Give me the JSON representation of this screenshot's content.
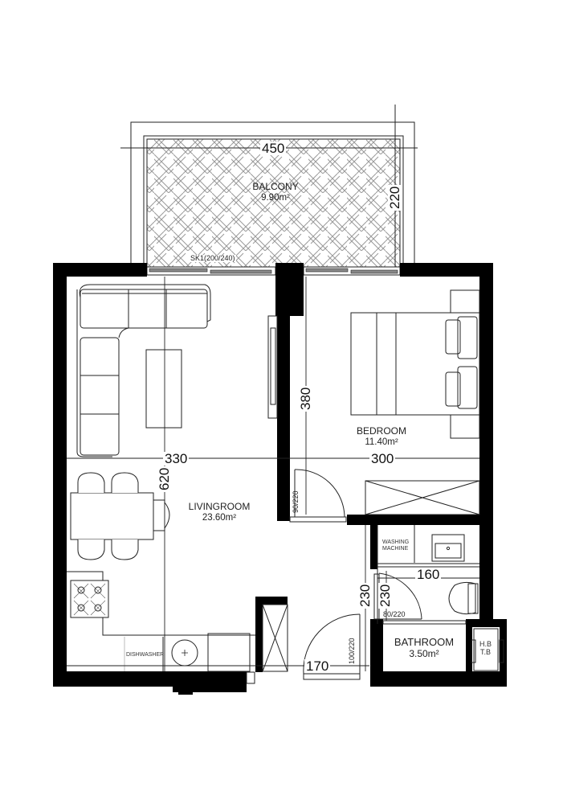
{
  "rooms": {
    "balcony": {
      "name": "BALCONY",
      "area": "9.90m²"
    },
    "bedroom": {
      "name": "BEDROOM",
      "area": "11.40m²"
    },
    "livingroom": {
      "name": "LIVINGROOM",
      "area": "23.60m²"
    },
    "bathroom": {
      "name": "BATHROOM",
      "area": "3.50m²"
    }
  },
  "dimensions": {
    "balcony_width": "450",
    "balcony_depth": "220",
    "living_width": "330",
    "living_length": "620",
    "bedroom_width": "300",
    "bedroom_length": "380",
    "bath_width": "160",
    "bath_length_left": "230",
    "bath_length_right": "230",
    "entry_width": "170"
  },
  "openings": {
    "balcony_door": "SK1(200/240)",
    "bedroom_door": "90/220",
    "bath_door": "80/220",
    "entry_door": "100/220"
  },
  "fixtures": {
    "washing_machine_line1": "WASHING",
    "washing_machine_line2": "MACHINE",
    "dishwasher": "DISHWASHER",
    "shaft_line1": "H.B",
    "shaft_line2": "T.B"
  },
  "colors": {
    "wall": "#000000",
    "line": "#222222",
    "hatch": "#9a9a9a",
    "background": "#ffffff"
  }
}
